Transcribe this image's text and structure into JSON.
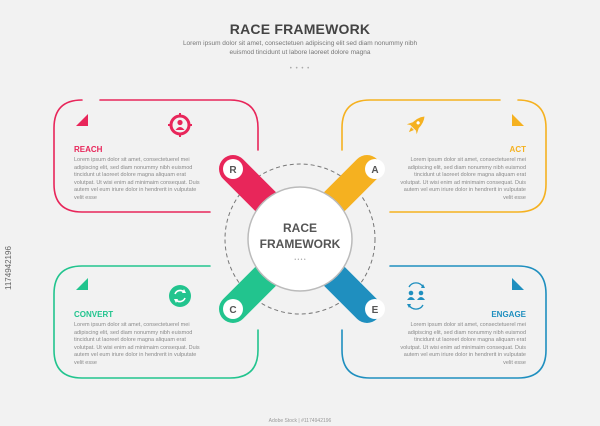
{
  "header": {
    "title": "RACE FRAMEWORK",
    "subtitle": "Lorem ipsum dolor sit amet, consectetuen adipiscing elit sed diam nonummy nibh euismod tincidunt ut labore laoreet dolore magna",
    "dots": "• • • •"
  },
  "center": {
    "line1": "RACE",
    "line2": "FRAMEWORK",
    "dots": "• • • •"
  },
  "stages": [
    {
      "letter": "R",
      "title": "REACH",
      "color": "#e8265a",
      "icon": "target-user-icon",
      "body": "Lorem ipsum dolor sit amet, consectetuerel mei adipiscing elit, sed diam nonummy nibh euismod tincidunt ut laoreet dolore magna aliquam erat volutpat. Ut wisi enim ad minimaim consequat. Duis autem vel eum iriure dolor in hendrerit in vulputate velit esse"
    },
    {
      "letter": "A",
      "title": "ACT",
      "color": "#f5b120",
      "icon": "rocket-icon",
      "body": "Lorem ipsum dolor sit amet, consectetuerel mei adipiscing elit, sed diam nonummy nibh euismod tincidunt ut laoreet dolore magna aliquam erat volutpat. Ut wisi enim ad minimaim consequat. Duis autem vel eum iriure dolor in hendrerit in vulputate velit esse"
    },
    {
      "letter": "C",
      "title": "CONVERT",
      "color": "#22c48e",
      "icon": "refresh-icon",
      "body": "Lorem ipsum dolor sit amet, consectetuerel mei adipiscing elit, sed diam nonummy nibh euismod tincidunt ut laoreet dolore magna aliquam erat volutpat. Ut wisi enim ad minimaim consequat. Duis autem vel eum iriure dolor in hendrerit in vulputate velit esse"
    },
    {
      "letter": "E",
      "title": "ENGAGE",
      "color": "#1f8fbf",
      "icon": "exchange-people-icon",
      "body": "Lorem ipsum dolor sit amet, consectetuerel mei adipiscing elit, sed diam nonummy nibh euismod tincidunt ut laoreet dolore magna aliquam erat volutpat. Ut wisi enim ad minimaim consequat. Duis autem vel eum iriure dolor in hendrerit in vulputate velit esse"
    }
  ],
  "watermark": {
    "stock_id": "1174942196",
    "credit": "Adobe Stock | #1174942196"
  }
}
